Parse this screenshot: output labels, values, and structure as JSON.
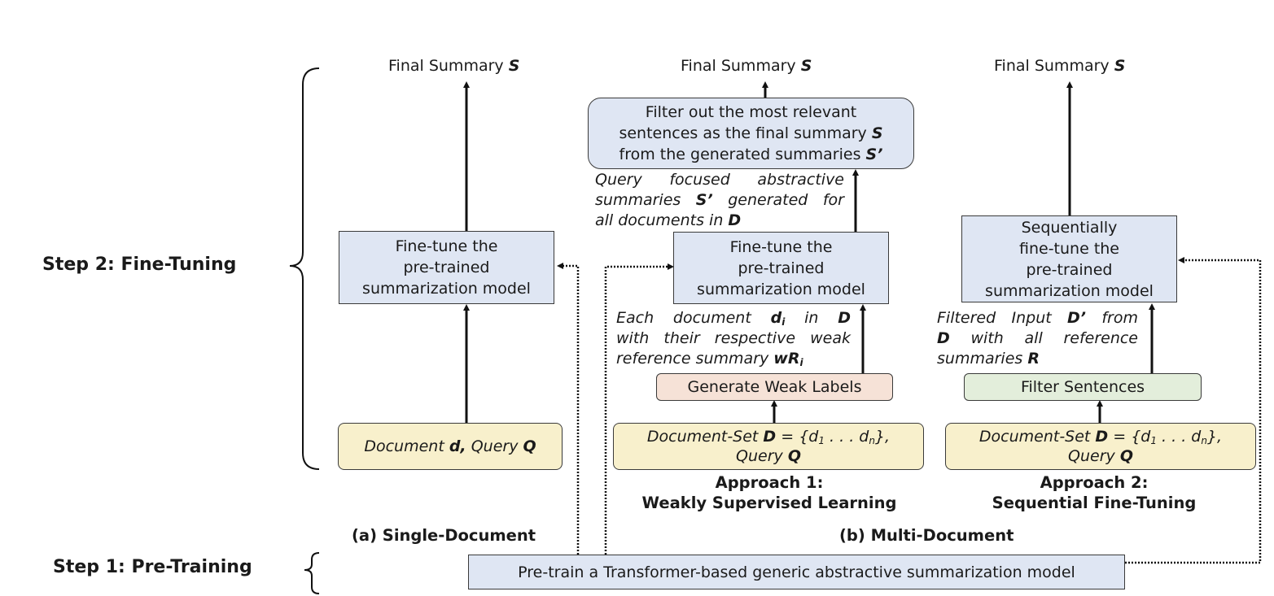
{
  "steps": {
    "step2": "Step 2: Fine-Tuning",
    "step1": "Step 1: Pre-Training"
  },
  "single_doc": {
    "final_summary": "Final Summary ",
    "final_summary_var": "S",
    "finetune": [
      "Fine-tune the",
      "pre-trained",
      "summarization model"
    ],
    "input_prefix": "Document ",
    "input_d": "d,",
    "input_mid": " Query ",
    "input_q": "Q",
    "caption": "(a) Single-Document"
  },
  "approach1": {
    "final_summary": "Final Summary ",
    "final_summary_var": "S",
    "filter_box": {
      "line1": "Filter out the most relevant",
      "line2_prefix": "sentences as the final summary ",
      "line2_var": "S",
      "line3_prefix": "from the generated summaries ",
      "line3_var": "S’"
    },
    "note_top": {
      "line1": "Query focused abstractive",
      "line2_prefix": "summaries ",
      "line2_var": "S’",
      "line2_suffix": " generated for",
      "line3_prefix": "all documents in ",
      "line3_var": "D"
    },
    "finetune": [
      "Fine-tune the",
      "pre-trained",
      "summarization model"
    ],
    "note_bottom": {
      "line1_prefix": "Each document ",
      "line1_var": "d",
      "line1_sub": "i",
      "line1_mid": " in ",
      "line1_var2": "D",
      "line2": "with their respective weak",
      "line3_prefix": "reference summary ",
      "line3_var": "wR",
      "line3_sub": "i"
    },
    "weak_labels": "Generate Weak Labels",
    "input": {
      "prefix": "Document-Set ",
      "var_d": "D",
      "set_open": " = {d",
      "sub1": "1",
      "dots": " . . . d",
      "subn": "n",
      "set_close": "},",
      "line2_prefix": "Query ",
      "line2_var": "Q"
    },
    "caption": [
      "Approach 1:",
      "Weakly Supervised Learning"
    ]
  },
  "approach2": {
    "final_summary": "Final Summary ",
    "final_summary_var": "S",
    "finetune": [
      "Sequentially",
      "fine-tune the",
      "pre-trained",
      "summarization model"
    ],
    "note": {
      "line1_prefix": "Filtered Input ",
      "line1_var": "D’",
      "line1_suffix": " from",
      "line2_var": "D",
      "line2_suffix": " with all reference",
      "line3_prefix": "summaries ",
      "line3_var": "R"
    },
    "filter_sentences": "Filter Sentences",
    "input": {
      "prefix": "Document-Set ",
      "var_d": "D",
      "set_open": " = {d",
      "sub1": "1",
      "dots": " . . . d",
      "subn": "n",
      "set_close": "},",
      "line2_prefix": "Query ",
      "line2_var": "Q"
    },
    "caption": [
      "Approach 2:",
      "Sequential Fine-Tuning"
    ]
  },
  "multi_doc_caption": "(b) Multi-Document",
  "pretrain_box": "Pre-train a Transformer-based generic abstractive summarization model",
  "colors": {
    "model_box": "#dfe6f3",
    "input_box": "#f8f0cc",
    "weak_labels_box": "#f6e2d7",
    "filter_box": "#e3eedb"
  }
}
